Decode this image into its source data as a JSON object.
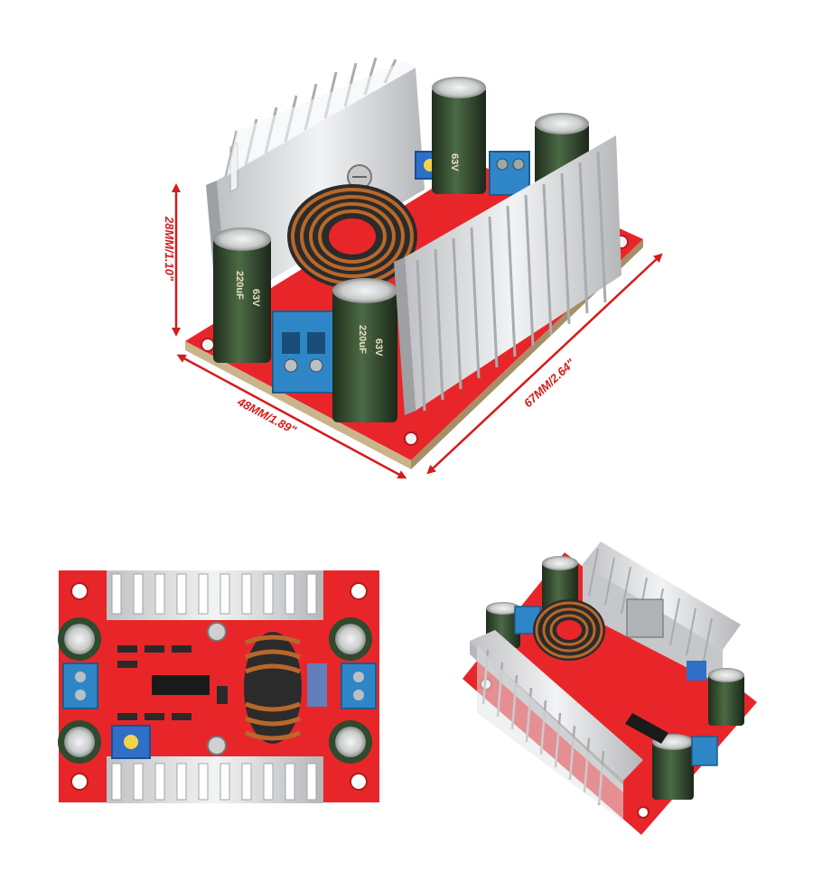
{
  "dimensions": {
    "height_label": "28MM/1.10\"",
    "width_label": "48MM/1.89\"",
    "length_label": "67MM/2.64\""
  },
  "capacitor_markings": {
    "capacitance": "220uF",
    "voltage": "63V"
  },
  "colors": {
    "pcb": "#e8262a",
    "arrow": "#d71a1a",
    "heatsink": "#d9dadc",
    "capacitor": "#2f4a2c",
    "terminal": "#2f86c7",
    "copper": "#b8682a"
  }
}
